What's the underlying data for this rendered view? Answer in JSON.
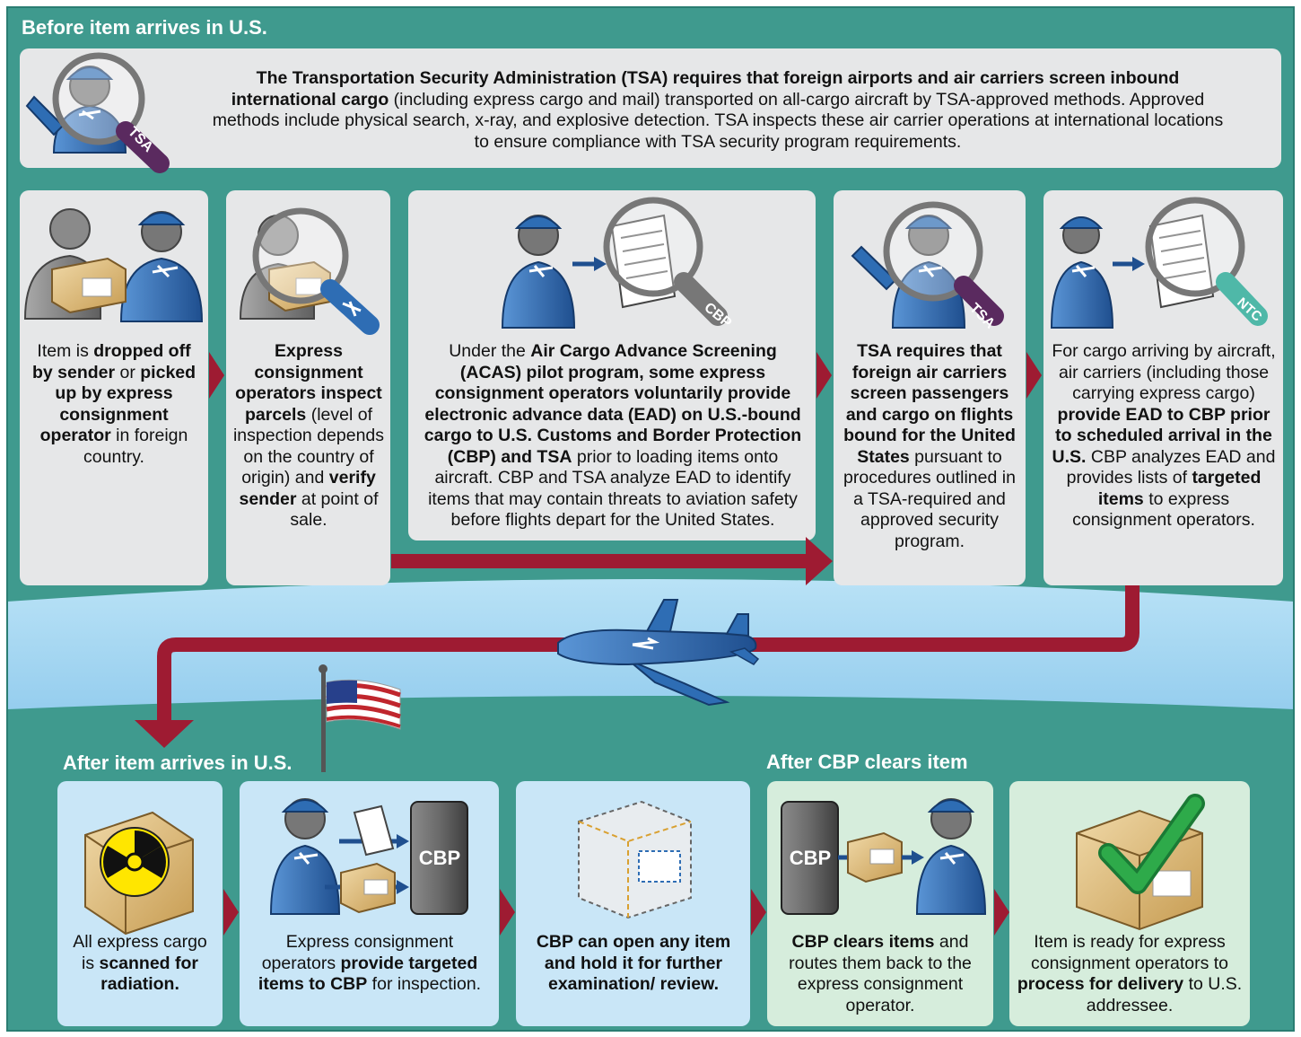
{
  "sections": {
    "before": "Before item arrives in U.S.",
    "after": "After item arrives in U.S.",
    "after_cbp": "After CBP clears item"
  },
  "tsa_intro": [
    {
      "b": true,
      "t": "The Transportation Security Administration (TSA) requires that foreign airports and air carriers screen inbound international cargo"
    },
    {
      "b": false,
      "t": " (including express cargo and mail) transported on all-cargo aircraft by TSA-approved methods. Approved methods include physical search, x-ray, and explosive detection. TSA inspects these air carrier operations at international locations to ensure compliance with TSA security program requirements."
    }
  ],
  "before_steps": [
    [
      {
        "b": false,
        "t": "Item is "
      },
      {
        "b": true,
        "t": "dropped off by sender"
      },
      {
        "b": false,
        "t": " or "
      },
      {
        "b": true,
        "t": "picked up by express consignment operator"
      },
      {
        "b": false,
        "t": " in foreign country."
      }
    ],
    [
      {
        "b": true,
        "t": "Express consignment operators inspect parcels"
      },
      {
        "b": false,
        "t": " (level of inspection depends on the country of origin) and "
      },
      {
        "b": true,
        "t": "verify sender"
      },
      {
        "b": false,
        "t": " at point of sale."
      }
    ],
    [
      {
        "b": false,
        "t": "Under the "
      },
      {
        "b": true,
        "t": "Air Cargo Advance Screening (ACAS) pilot program, some express consignment operators voluntarily provide electronic advance data (EAD) on U.S.-bound cargo to U.S. Customs and Border Protection (CBP) and TSA"
      },
      {
        "b": false,
        "t": " prior to loading items onto aircraft. CBP and TSA analyze EAD to identify items that may contain threats to aviation safety before flights depart for the United States."
      }
    ],
    [
      {
        "b": true,
        "t": "TSA requires that foreign air carriers screen passengers and cargo on flights bound for the United States"
      },
      {
        "b": false,
        "t": " pursuant to procedures outlined in a TSA-required and approved security program."
      }
    ],
    [
      {
        "b": false,
        "t": "For cargo arriving by aircraft, air carriers (including those carrying express cargo) "
      },
      {
        "b": true,
        "t": "provide EAD to CBP prior to scheduled arrival in the U.S."
      },
      {
        "b": false,
        "t": " CBP analyzes EAD and provides lists of "
      },
      {
        "b": true,
        "t": "targeted items"
      },
      {
        "b": false,
        "t": " to express consignment operators."
      }
    ]
  ],
  "after_steps": [
    [
      {
        "b": false,
        "t": "All express cargo is "
      },
      {
        "b": true,
        "t": "scanned for radiation."
      }
    ],
    [
      {
        "b": false,
        "t": "Express consignment operators "
      },
      {
        "b": true,
        "t": "provide targeted items to CBP"
      },
      {
        "b": false,
        "t": " for inspection."
      }
    ],
    [
      {
        "b": true,
        "t": "CBP can open any item and hold it for further examination/ review."
      }
    ],
    [
      {
        "b": true,
        "t": "CBP clears items"
      },
      {
        "b": false,
        "t": " and routes them back to the express consignment operator."
      }
    ],
    [
      {
        "b": false,
        "t": "Item is ready for express consignment operators to "
      },
      {
        "b": true,
        "t": "process for delivery"
      },
      {
        "b": false,
        "t": " to U.S. addressee."
      }
    ]
  ],
  "tags": {
    "tsa": "TSA",
    "cbp": "CBP",
    "ntc": "NTC"
  },
  "colors": {
    "teal": "#3f9a8e",
    "teal_dark": "#2a7d72",
    "sky": "#a8d8f0",
    "panel_gray": "#e6e7e8",
    "panel_blue": "#c9e6f7",
    "panel_green": "#d6eddc",
    "arrow_red": "#9e1b32",
    "uniform_blue": "#2e6db4",
    "person_gray": "#8a8a8a",
    "box_tan": "#d9b97a",
    "check_green": "#2eaa4a",
    "tsa_purple": "#5a2a5f",
    "ntc_teal": "#4fb8a8"
  }
}
